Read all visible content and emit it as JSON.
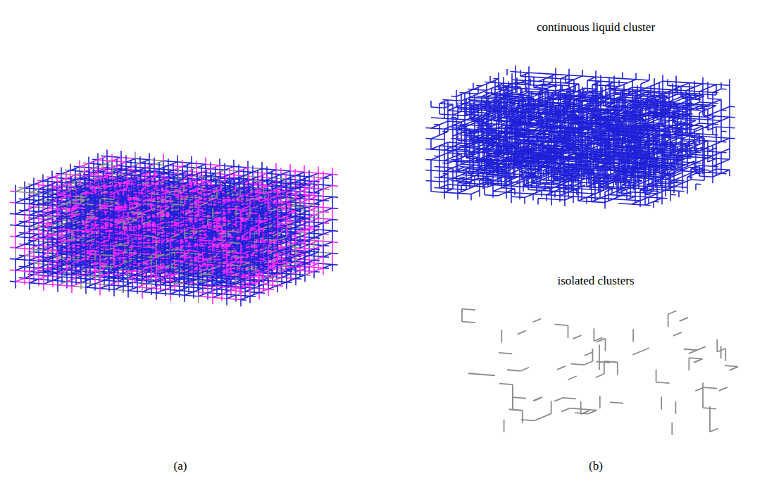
{
  "diagram": {
    "labels": [
      "continuous liquid cluster",
      "isolated clusters",
      "(a)",
      "(b)"
    ]
  }
}
